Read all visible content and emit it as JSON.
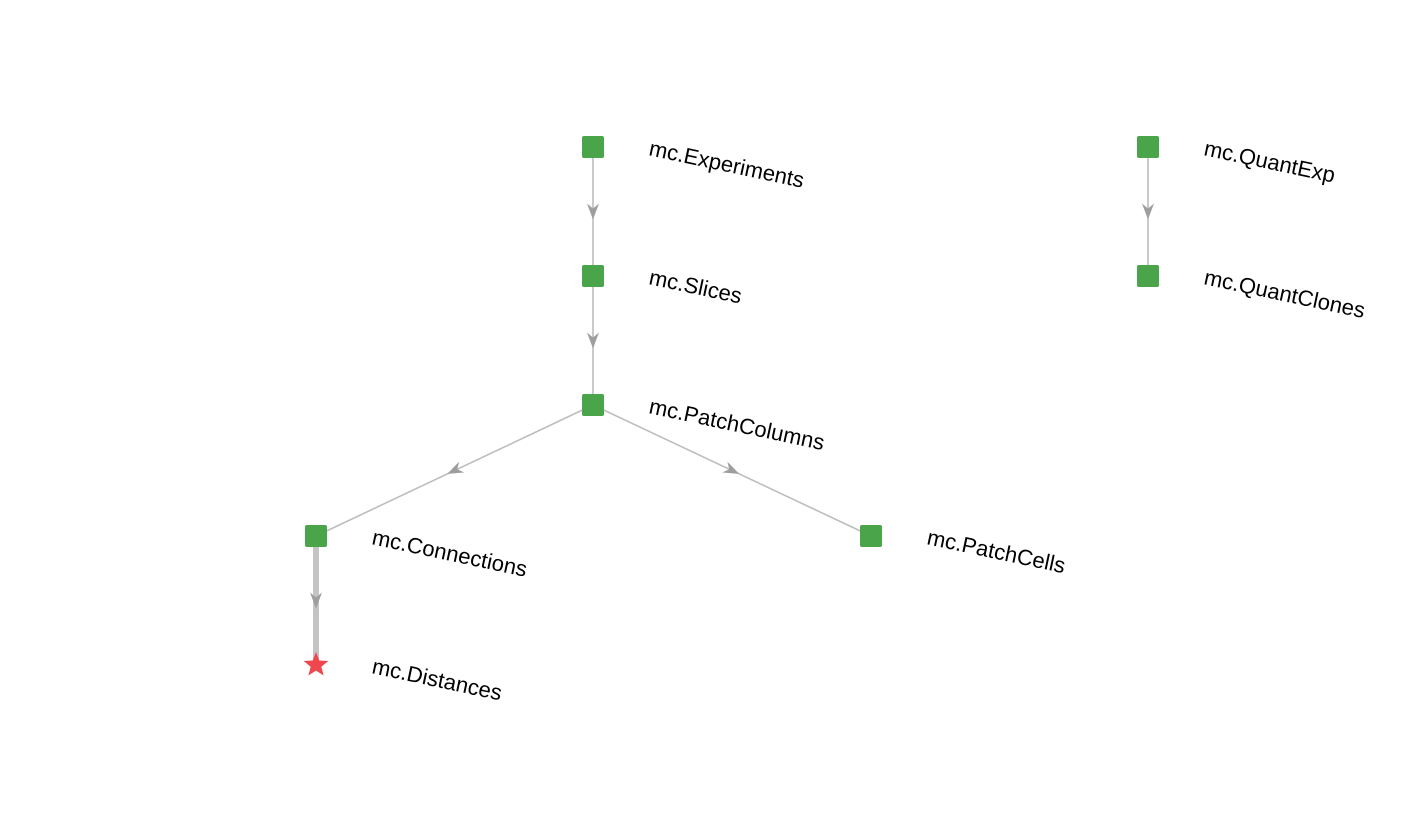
{
  "colors": {
    "table_node": "#4aa54a",
    "target_node": "#f0474f",
    "edge": "#bdbdbd",
    "edge_highlight": "#c4c4c4",
    "arrow": "#9e9e9e",
    "label": "#000000"
  },
  "nodes": [
    {
      "id": "experiments",
      "label": "mc.Experiments",
      "shape": "square"
    },
    {
      "id": "slices",
      "label": "mc.Slices",
      "shape": "square"
    },
    {
      "id": "patch_columns",
      "label": "mc.PatchColumns",
      "shape": "square"
    },
    {
      "id": "connections",
      "label": "mc.Connections",
      "shape": "square"
    },
    {
      "id": "patch_cells",
      "label": "mc.PatchCells",
      "shape": "square"
    },
    {
      "id": "distances",
      "label": "mc.Distances",
      "shape": "star-icon"
    },
    {
      "id": "quant_exp",
      "label": "mc.QuantExp",
      "shape": "square"
    },
    {
      "id": "quant_clones",
      "label": "mc.QuantClones",
      "shape": "square"
    }
  ],
  "edges": [
    {
      "from": "experiments",
      "to": "slices",
      "highlight": false
    },
    {
      "from": "slices",
      "to": "patch_columns",
      "highlight": false
    },
    {
      "from": "patch_columns",
      "to": "connections",
      "highlight": false
    },
    {
      "from": "patch_columns",
      "to": "patch_cells",
      "highlight": false
    },
    {
      "from": "connections",
      "to": "distances",
      "highlight": true
    },
    {
      "from": "quant_exp",
      "to": "quant_clones",
      "highlight": false
    }
  ]
}
